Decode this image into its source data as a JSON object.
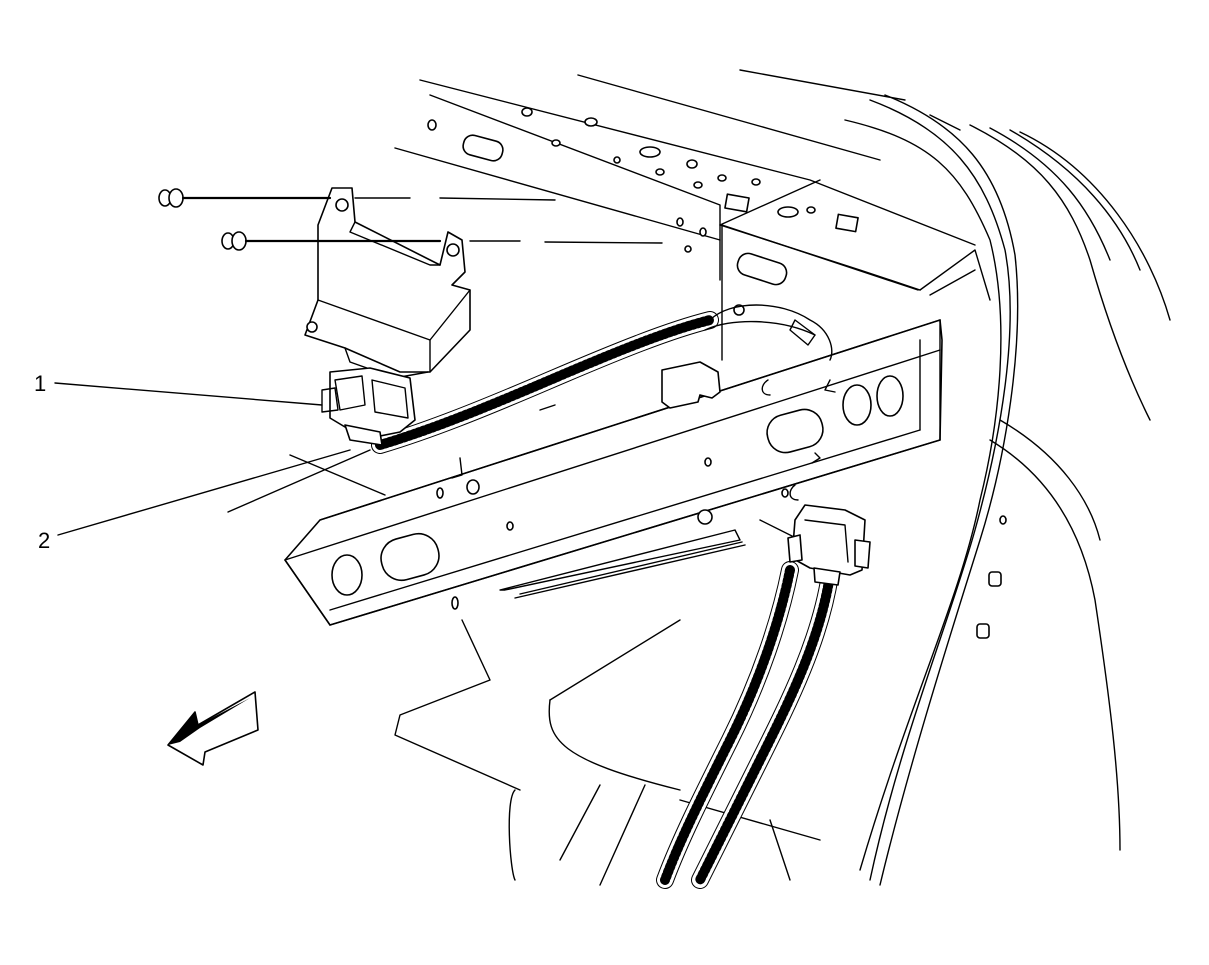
{
  "diagram": {
    "callouts": [
      {
        "id": "1",
        "label": "1"
      },
      {
        "id": "2",
        "label": "2"
      }
    ],
    "icons": {
      "direction_arrow": "front-direction-arrow-icon",
      "module": "control-module",
      "bolts": "mounting-bolt-icon",
      "connector": "electrical-connector",
      "harness": "wiring-harness"
    }
  }
}
